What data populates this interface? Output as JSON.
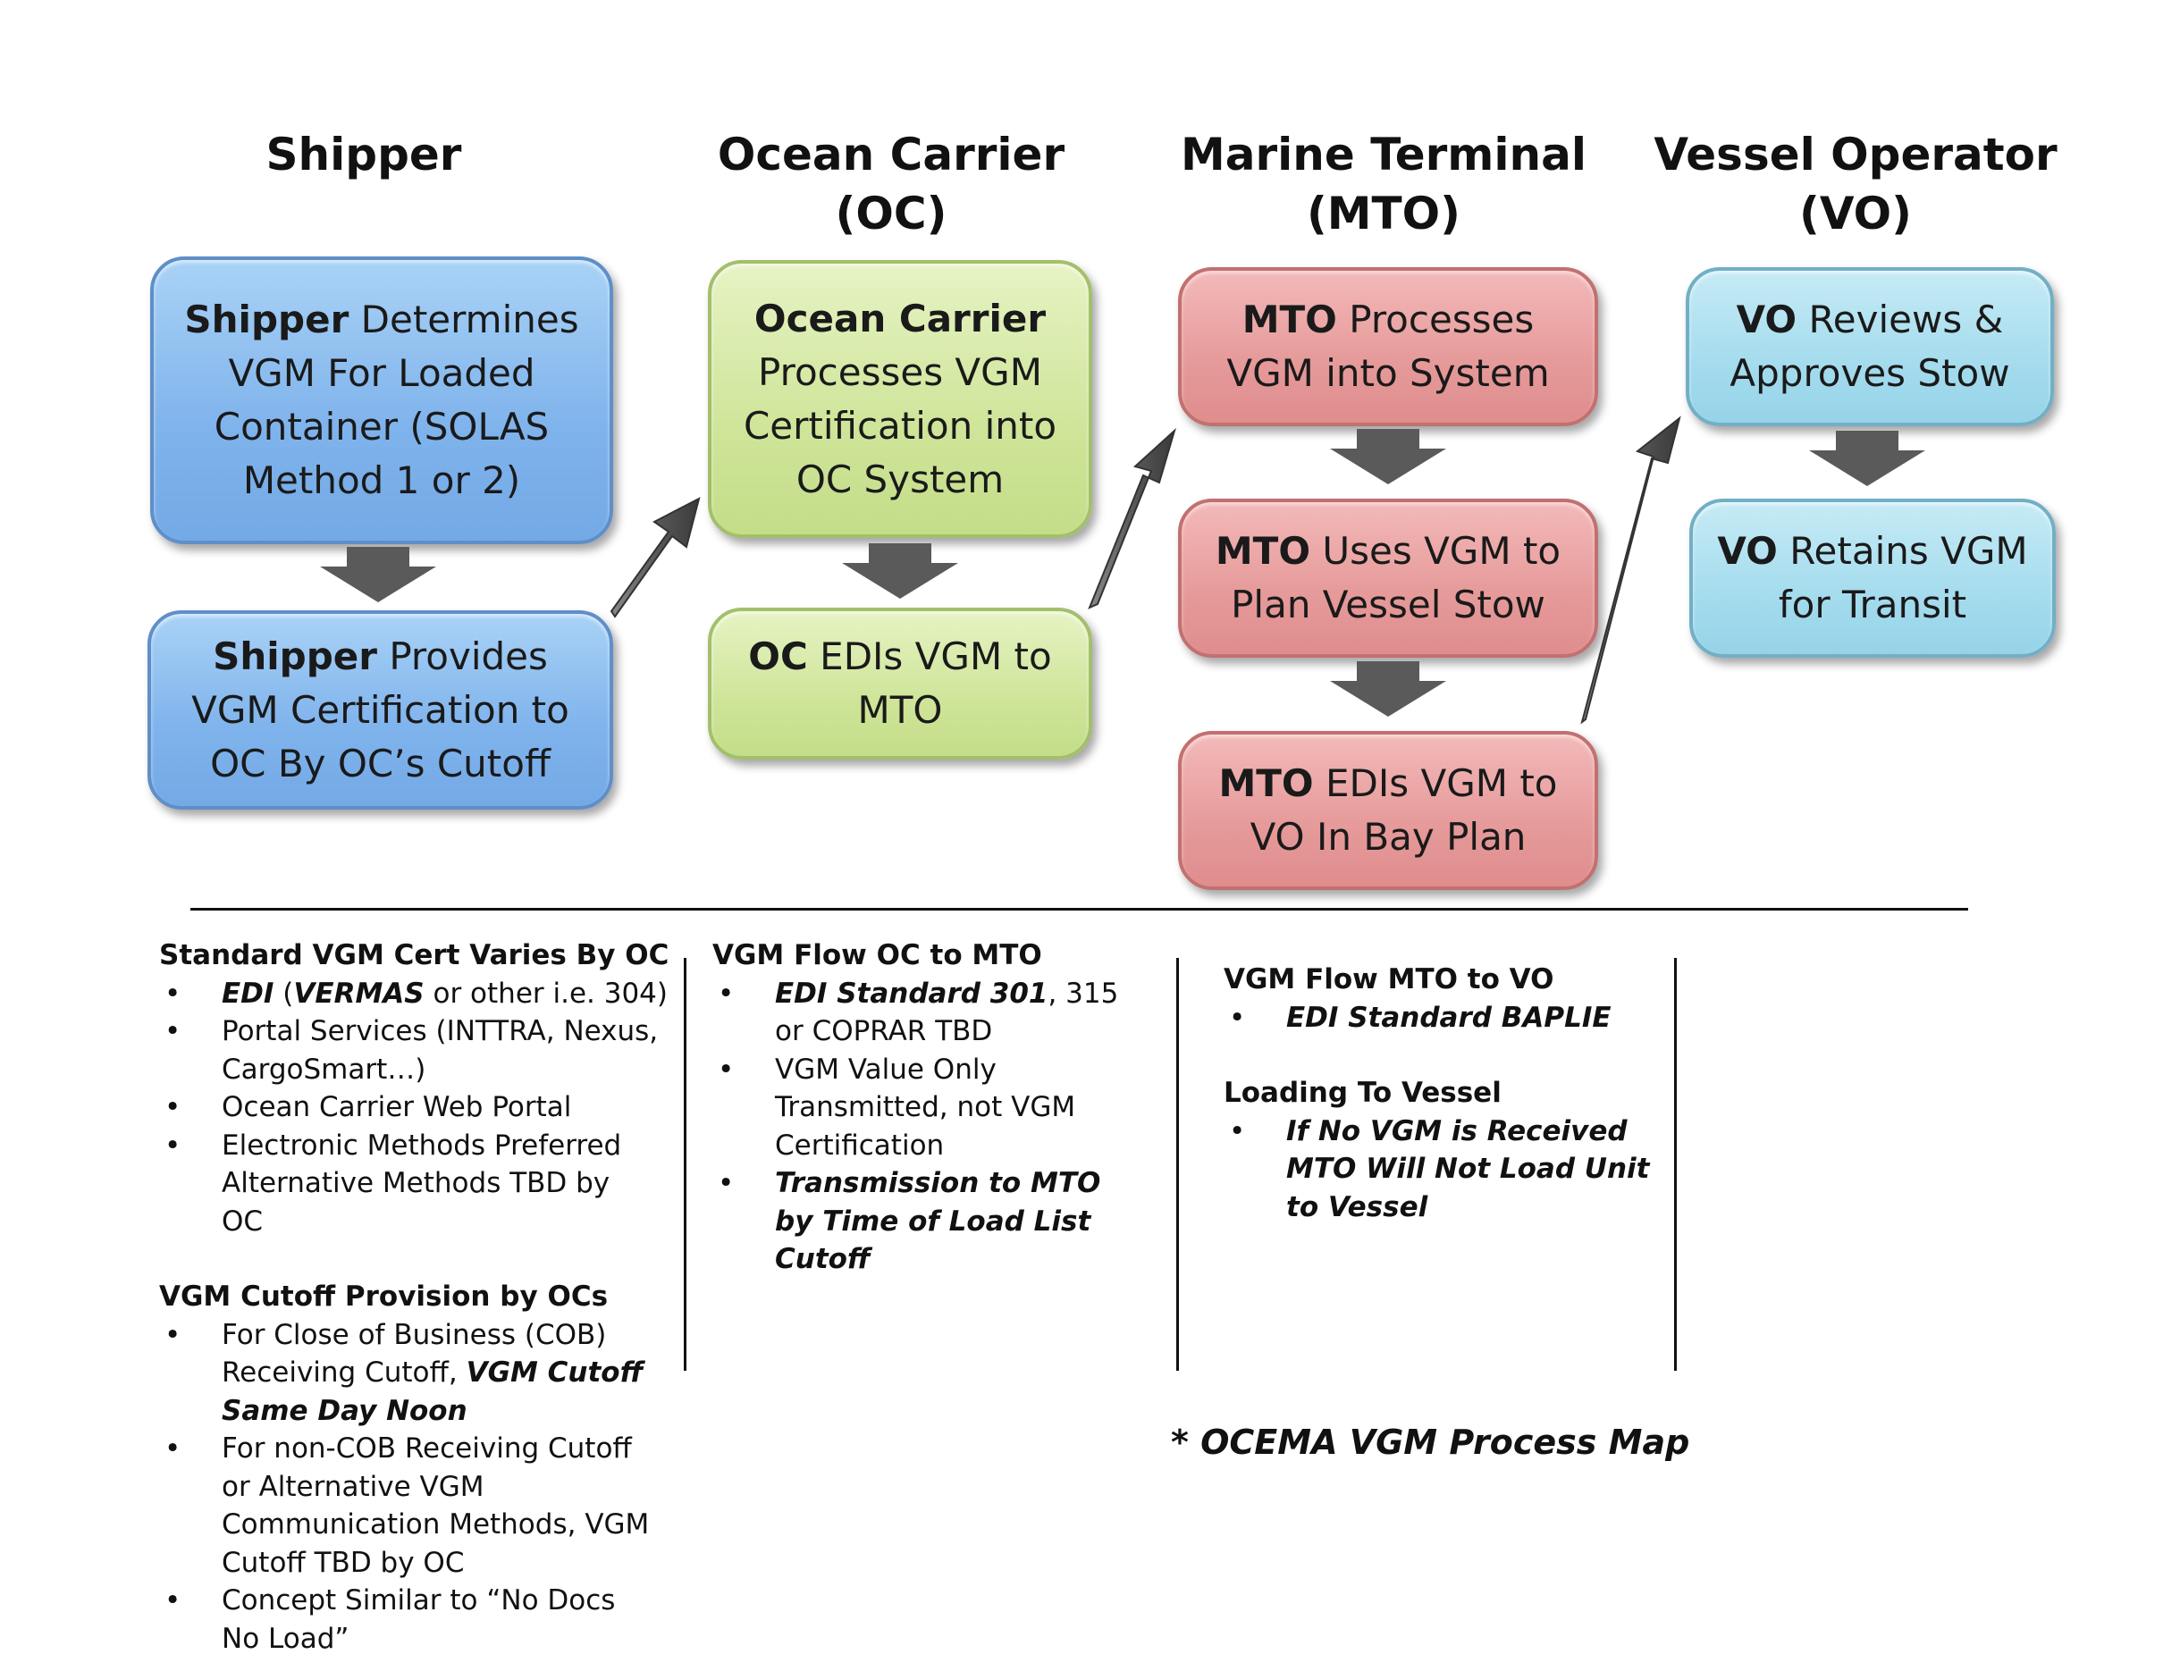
{
  "headers": {
    "shipper": "Shipper",
    "oc_line1": "Ocean Carrier",
    "oc_line2": "(OC)",
    "mto_line1": "Marine Terminal",
    "mto_line2": "(MTO)",
    "vo_line1": "Vessel Operator",
    "vo_line2": "(VO)"
  },
  "boxes": {
    "shipper_determines": {
      "bold": "Shipper",
      "text": " Determines VGM For Loaded Container (SOLAS Method 1 or 2)"
    },
    "shipper_provides": {
      "bold": "Shipper",
      "text": " Provides VGM Certification to OC By OC’s Cutoff"
    },
    "oc_processes": {
      "bold": "Ocean Carrier",
      "text": " Processes VGM Certification into OC System"
    },
    "oc_edis": {
      "bold": "OC",
      "text": " EDIs VGM to MTO"
    },
    "mto_processes": {
      "bold": "MTO",
      "text": " Processes VGM into System"
    },
    "mto_uses": {
      "bold": "MTO",
      "text": " Uses VGM to Plan Vessel Stow"
    },
    "mto_edis": {
      "bold": "MTO",
      "text": " EDIs VGM to VO In Bay Plan"
    },
    "vo_reviews": {
      "bold": "VO",
      "text": " Reviews & Approves Stow"
    },
    "vo_retains": {
      "bold": "VO",
      "text": " Retains VGM for Transit"
    }
  },
  "colors": {
    "shipper": "#7fb3ec",
    "ocean_carrier": "#cfe59a",
    "marine_terminal": "#e69a9a",
    "vessel_operator": "#a5dcee",
    "arrow": "#5a5a5a"
  },
  "notes": {
    "col1": {
      "title1": "Standard VGM Cert Varies By OC",
      "b1_a": "EDI",
      "b1_b": " (",
      "b1_c": "VERMAS",
      "b1_d": " or other i.e. 304)",
      "b2": "Portal Services (INTTRA, Nexus, CargoSmart…)",
      "b3": "Ocean Carrier Web Portal",
      "b4": "Electronic Methods Preferred Alternative Methods TBD by OC",
      "title2": "VGM Cutoff Provision by OCs",
      "b5_a": "For Close of Business (COB) Receiving Cutoff, ",
      "b5_b": "VGM Cutoff Same Day Noon",
      "b6": "For non-COB Receiving Cutoff or Alternative VGM Communication Methods, VGM Cutoff TBD by OC",
      "b7": "Concept Similar to “No Docs No Load”"
    },
    "col2": {
      "title": "VGM Flow OC to MTO",
      "b1_a": "EDI Standard 301",
      "b1_b": ", 315 or COPRAR TBD",
      "b2": "VGM Value Only Transmitted, not VGM Certification",
      "b3": "Transmission to MTO by Time of Load List Cutoff"
    },
    "col3": {
      "title1": "VGM Flow MTO to VO",
      "b1": "EDI Standard BAPLIE",
      "title2": "Loading To Vessel",
      "b2": "If No VGM is Received MTO Will Not Load Unit to Vessel"
    },
    "bullet": "•"
  },
  "footnote": "* OCEMA VGM Process Map"
}
